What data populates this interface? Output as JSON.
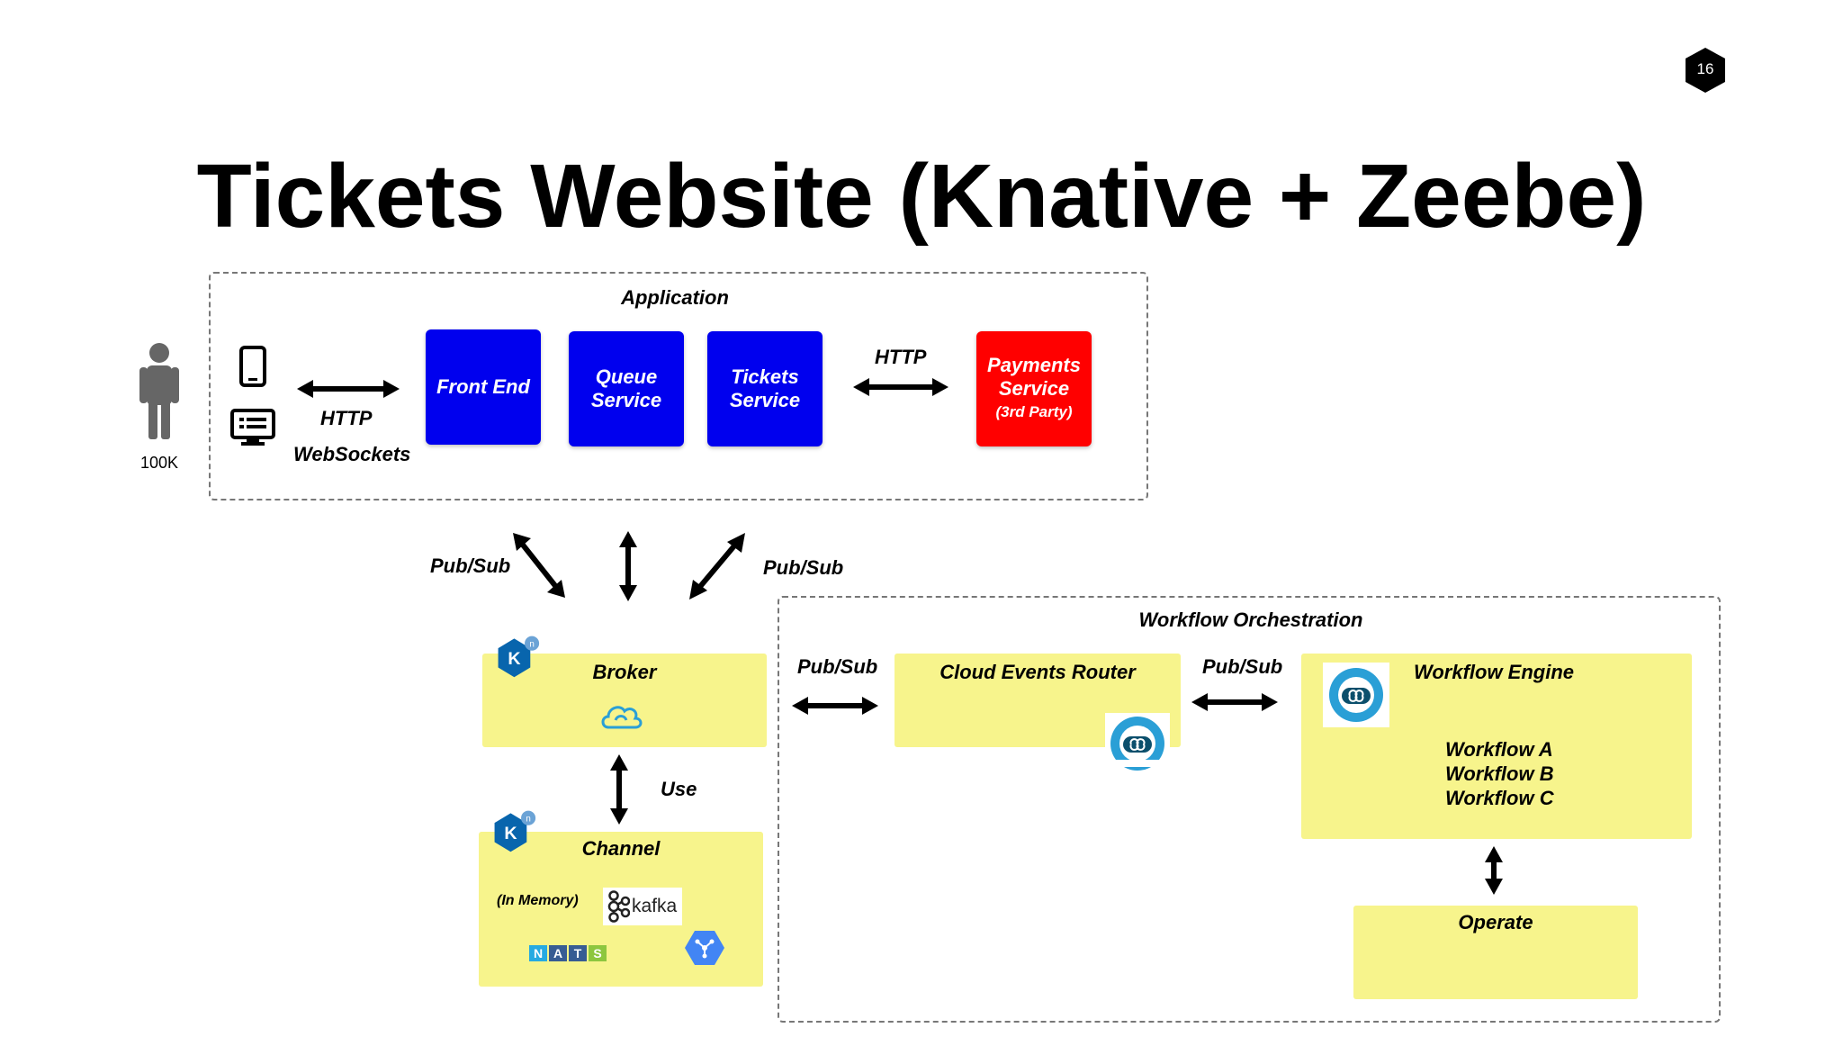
{
  "slide": {
    "number": "16",
    "title": "Tickets Website (Knative + Zeebe)"
  },
  "user": {
    "count": "100K",
    "icon": "person-icon"
  },
  "application": {
    "label": "Application",
    "conn_left_top": "HTTP",
    "conn_left_bottom": "WebSockets",
    "conn_right": "HTTP",
    "front_end": "Front End",
    "queue_service": [
      "Queue",
      "Service"
    ],
    "tickets_service": [
      "Tickets",
      "Service"
    ],
    "payments": {
      "line1": "Payments",
      "line2": "Service",
      "line3": "(3rd Party)"
    }
  },
  "links": {
    "pubsub_left": "Pub/Sub",
    "pubsub_right": "Pub/Sub",
    "use": "Use",
    "pubsub_broker_router": "Pub/Sub",
    "pubsub_router_engine": "Pub/Sub"
  },
  "broker": {
    "label": "Broker"
  },
  "channel": {
    "label": "Channel",
    "in_memory": "(In Memory)",
    "kafka": "kafka",
    "nats": [
      "N",
      "A",
      "T",
      "S"
    ]
  },
  "workflow": {
    "label": "Workflow Orchestration",
    "router": "Cloud Events Router",
    "engine": "Workflow Engine",
    "workflows": [
      "Workflow A",
      "Workflow B",
      "Workflow C"
    ],
    "operate": "Operate"
  },
  "colors": {
    "blue": "#0000ee",
    "red": "#ff0000",
    "yellow": "#f7f48c",
    "knative": "#0865ad",
    "zeebe": "#2a9fd6"
  }
}
